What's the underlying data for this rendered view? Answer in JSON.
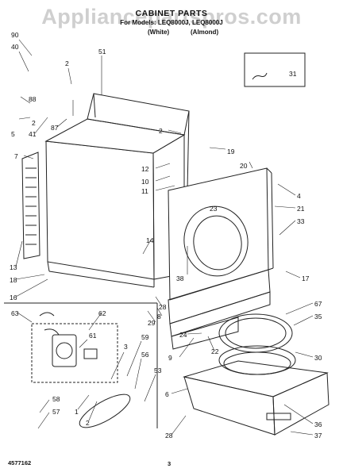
{
  "header": {
    "watermark": "Appliancepartspros.com",
    "title": "CABINET PARTS",
    "subtitle": "For Models: LEQ8000J, LEQ8000J",
    "variant_a": "(White)",
    "variant_b": "(Almond)"
  },
  "callouts": [
    "90",
    "40",
    "2",
    "51",
    "88",
    "5",
    "41",
    "87",
    "2",
    "31",
    "7",
    "2",
    "19",
    "20",
    "12",
    "10",
    "11",
    "4",
    "21",
    "23",
    "33",
    "14",
    "13",
    "18",
    "16",
    "38",
    "17",
    "28",
    "8",
    "29",
    "63",
    "62",
    "61",
    "9",
    "22",
    "67",
    "35",
    "24",
    "30",
    "3",
    "59",
    "56",
    "53",
    "58",
    "57",
    "1",
    "2",
    "6",
    "28",
    "36",
    "37"
  ],
  "footer": {
    "doc_number": "4577162",
    "page_number": "3"
  }
}
